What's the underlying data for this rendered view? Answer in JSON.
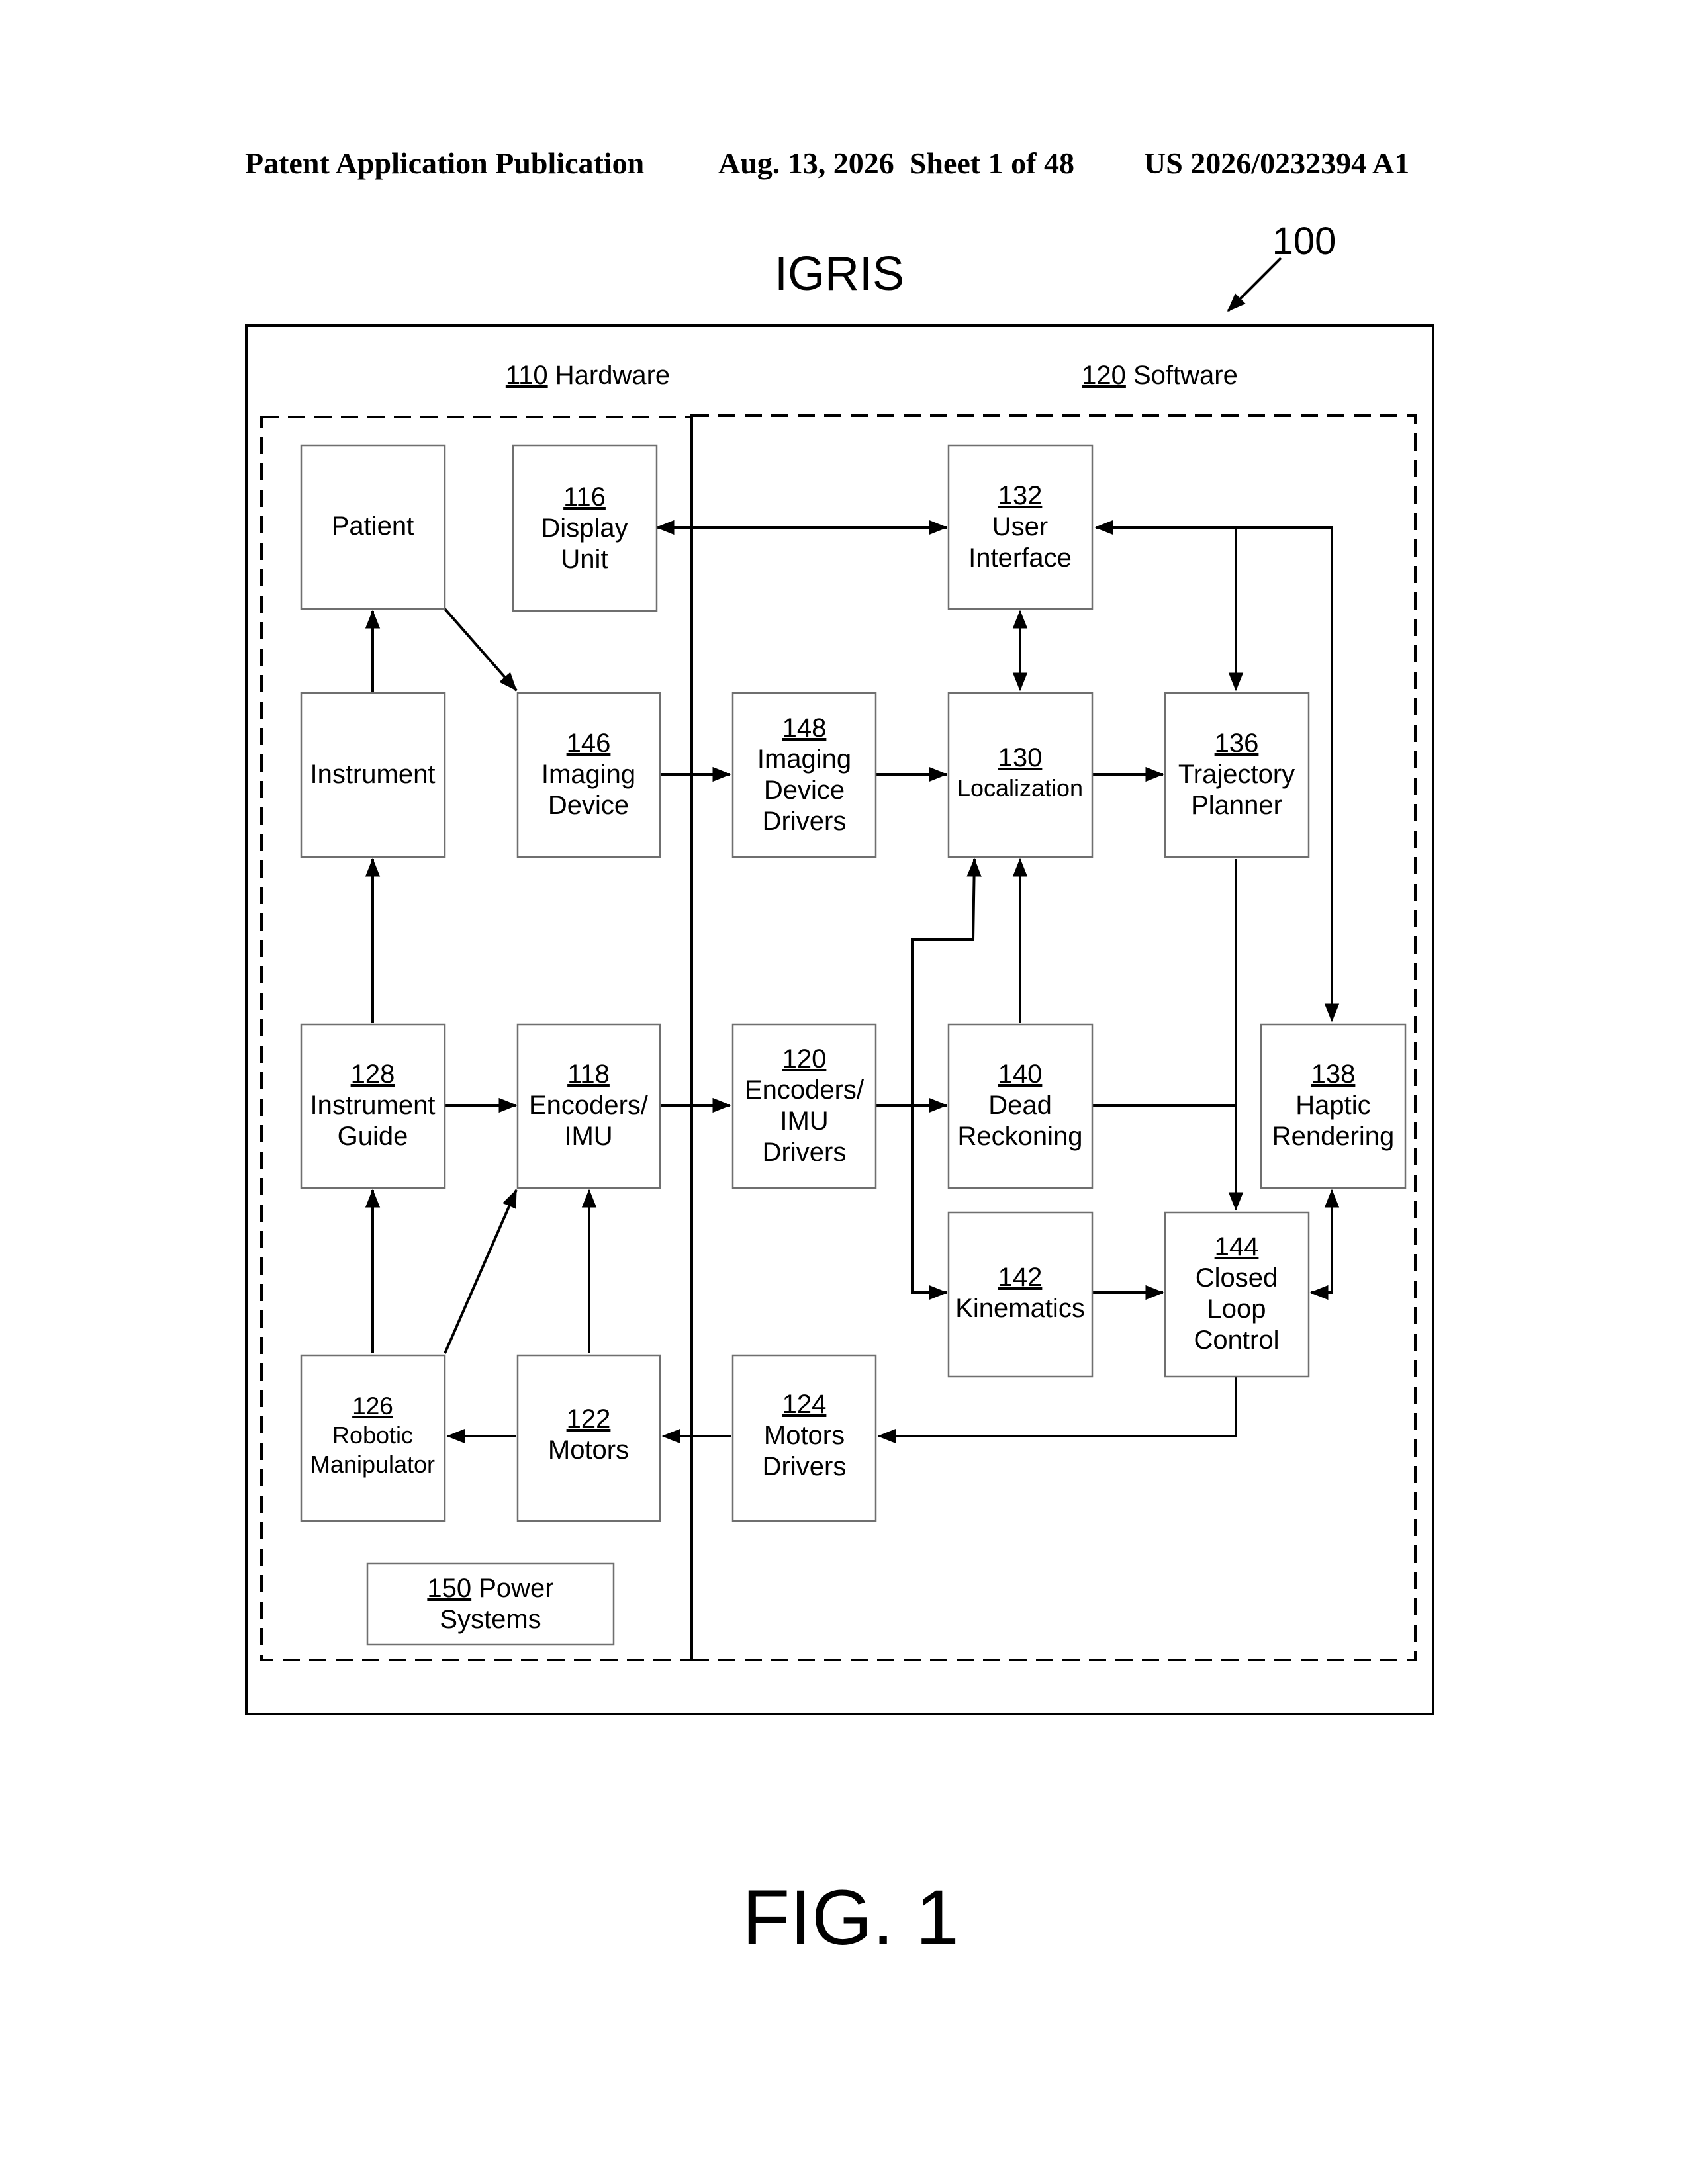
{
  "header": {
    "publication": "Patent Application Publication",
    "date_sheet": "Aug. 13, 2026  Sheet 1 of 48",
    "patent_number": "US 2026/0232394 A1"
  },
  "diagram": {
    "title": "IGRIS",
    "reference": "100",
    "hardware_label": {
      "num": "110",
      "text": " Hardware"
    },
    "software_label": {
      "num": "120",
      "text": " Software"
    },
    "boxes": {
      "patient": {
        "num": "",
        "lines": [
          "Patient"
        ]
      },
      "display_unit": {
        "num": "116",
        "lines": [
          "Display",
          "Unit"
        ]
      },
      "user_interface": {
        "num": "132",
        "lines": [
          "User",
          "Interface"
        ]
      },
      "instrument": {
        "num": "",
        "lines": [
          "Instrument"
        ]
      },
      "imaging_device": {
        "num": "146",
        "lines": [
          "Imaging",
          "Device"
        ]
      },
      "imaging_device_drivers": {
        "num": "148",
        "lines": [
          "Imaging",
          "Device",
          "Drivers"
        ]
      },
      "localization": {
        "num": "130",
        "lines": [
          "Localization"
        ]
      },
      "trajectory_planner": {
        "num": "136",
        "lines": [
          "Trajectory",
          "Planner"
        ]
      },
      "instrument_guide": {
        "num": "128",
        "lines": [
          "Instrument",
          "Guide"
        ]
      },
      "encoders_imu": {
        "num": "118",
        "lines": [
          "Encoders/",
          "IMU"
        ]
      },
      "encoders_imu_drivers": {
        "num": "120",
        "lines": [
          "Encoders/",
          "IMU",
          "Drivers"
        ]
      },
      "dead_reckoning": {
        "num": "140",
        "lines": [
          "Dead",
          "Reckoning"
        ]
      },
      "haptic_rendering": {
        "num": "138",
        "lines": [
          "Haptic",
          "Rendering"
        ]
      },
      "kinematics": {
        "num": "142",
        "lines": [
          "Kinematics"
        ]
      },
      "closed_loop_control": {
        "num": "144",
        "lines": [
          "Closed",
          "Loop",
          "Control"
        ]
      },
      "robotic_manipulator": {
        "num": "126",
        "lines": [
          "Robotic",
          "Manipulator"
        ]
      },
      "motors": {
        "num": "122",
        "lines": [
          "Motors"
        ]
      },
      "motors_drivers": {
        "num": "124",
        "lines": [
          "Motors",
          "Drivers"
        ]
      },
      "power_systems": {
        "num": "150",
        "line1_rest": " Power",
        "line2": "Systems"
      }
    },
    "figure_label": "FIG. 1"
  }
}
